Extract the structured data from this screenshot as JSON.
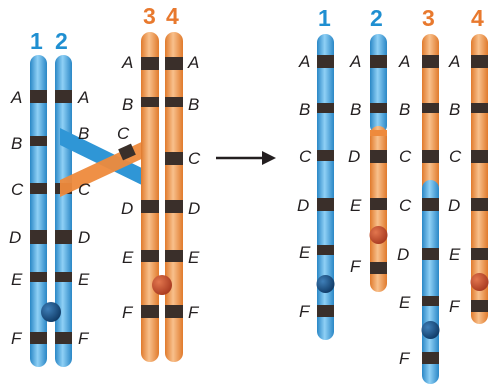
{
  "colors": {
    "blue": "#2f96d6",
    "blue_light": "#8fd0f5",
    "orange": "#ee8a3c",
    "orange_light": "#f8c08c",
    "band": "#3a2f2a",
    "centromere_blue": "#13477a",
    "centromere_orange": "#c8462a",
    "label": "#231f20",
    "number_blue": "#1f8fd1",
    "number_orange": "#e8792e"
  },
  "before": {
    "numbers": {
      "c1": "1",
      "c2": "2",
      "c3": "3",
      "c4": "4"
    },
    "chr1_labels": [
      "A",
      "B",
      "C",
      "D",
      "E",
      "F"
    ],
    "chr2_labels": [
      "A",
      "B",
      "C",
      "D",
      "E",
      "F"
    ],
    "chr3_labels": [
      "A",
      "B",
      "C",
      "D",
      "E",
      "F"
    ],
    "chr4_labels": [
      "A",
      "B",
      "C",
      "D",
      "E",
      "F"
    ]
  },
  "after": {
    "numbers": {
      "c1": "1",
      "c2": "2",
      "c3": "3",
      "c4": "4"
    },
    "chr1_labels": [
      "A",
      "B",
      "C",
      "D",
      "E",
      "F"
    ],
    "chr2_labels": [
      "A",
      "B",
      "D",
      "E",
      "F"
    ],
    "chr3_labels": [
      "A",
      "B",
      "C",
      "C",
      "D",
      "E",
      "F"
    ],
    "chr4_labels": [
      "A",
      "B",
      "C",
      "D",
      "E",
      "F"
    ]
  },
  "arrow": {
    "meaning": "becomes"
  }
}
